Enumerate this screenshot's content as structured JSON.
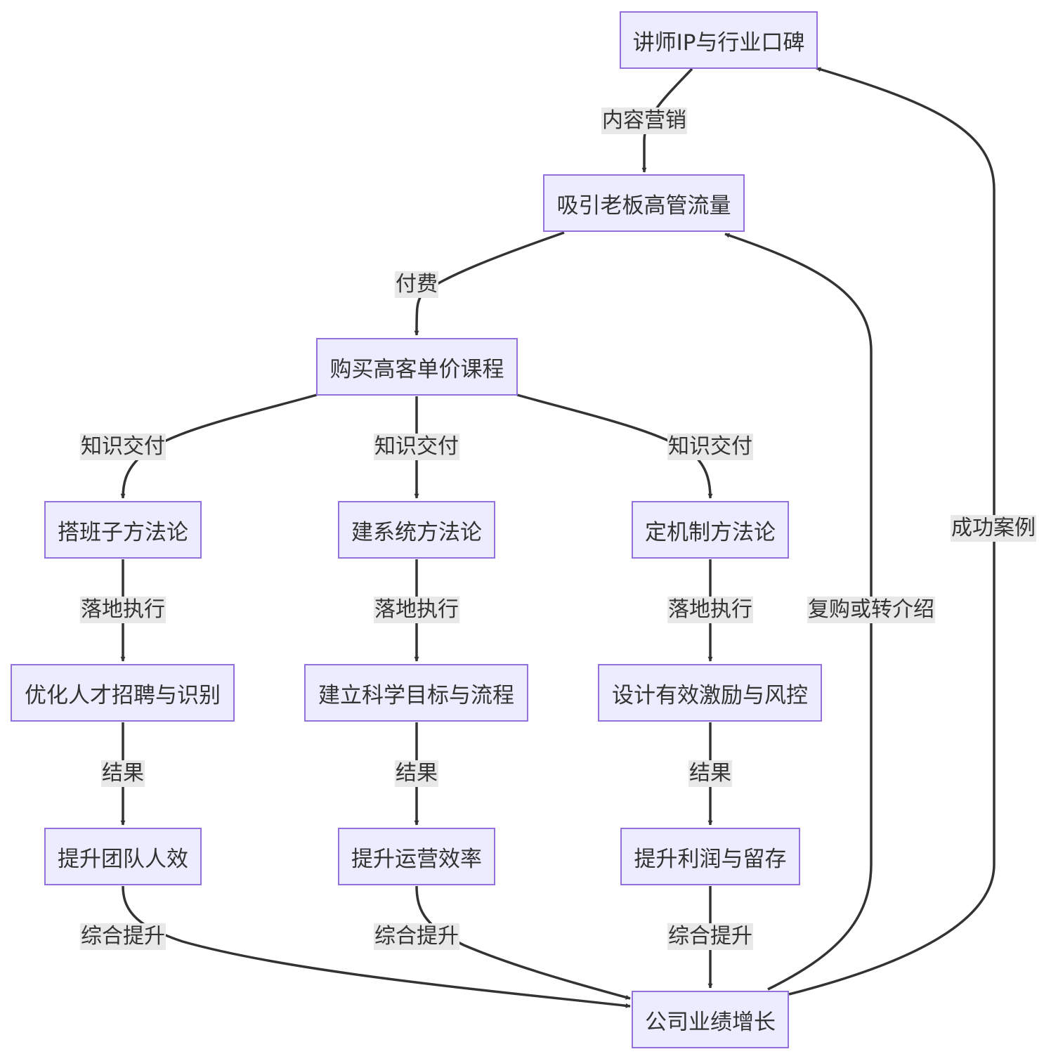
{
  "nodes": {
    "ip": "讲师IP与行业口碑",
    "traffic": "吸引老板高管流量",
    "course": "购买高客单价课程",
    "team_method": "搭班子方法论",
    "system_method": "建系统方法论",
    "mechanism_method": "定机制方法论",
    "talent": "优化人才招聘与识别",
    "goals": "建立科学目标与流程",
    "incentive": "设计有效激励与风控",
    "efficiency": "提升团队人效",
    "ops": "提升运营效率",
    "profit": "提升利润与留存",
    "growth": "公司业绩增长"
  },
  "edges": {
    "content_marketing": "内容营销",
    "pay": "付费",
    "delivery_1": "知识交付",
    "delivery_2": "知识交付",
    "delivery_3": "知识交付",
    "execute_1": "落地执行",
    "execute_2": "落地执行",
    "execute_3": "落地执行",
    "result_1": "结果",
    "result_2": "结果",
    "result_3": "结果",
    "overall_1": "综合提升",
    "overall_2": "综合提升",
    "overall_3": "综合提升",
    "repurchase": "复购或转介绍",
    "success_case": "成功案例"
  },
  "colors": {
    "node_fill": "#ECECFF",
    "node_border": "#9370DB",
    "edge": "#333333",
    "label_bg": "#e8e8e8"
  }
}
